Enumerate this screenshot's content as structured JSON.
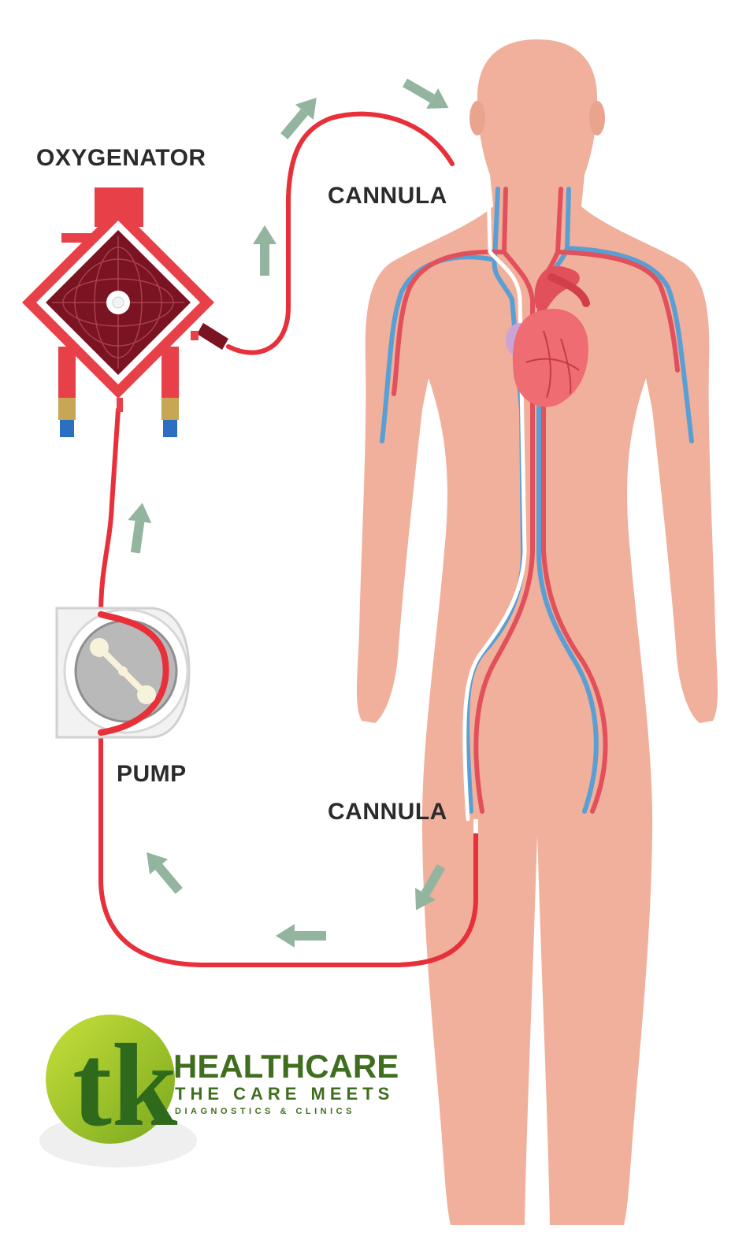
{
  "labels": {
    "oxygenator": "OXYGENATOR",
    "cannula_top": "CANNULA",
    "pump": "PUMP",
    "cannula_bottom": "CANNULA"
  },
  "logo": {
    "mark": "tk",
    "brand": "HEALTHCARE",
    "tagline": "THE CARE MEETS",
    "subline": "DIAGNOSTICS & CLINICS"
  },
  "colors": {
    "tube": "#e8303a",
    "body": "#f0b09b",
    "artery": "#e2515b",
    "vein": "#5a9fd4",
    "arrow": "#93b59f",
    "oxygenator_core": "#7a1422",
    "logo_green": "#3f6e1f",
    "logo_lime": "#a9cc2a"
  }
}
